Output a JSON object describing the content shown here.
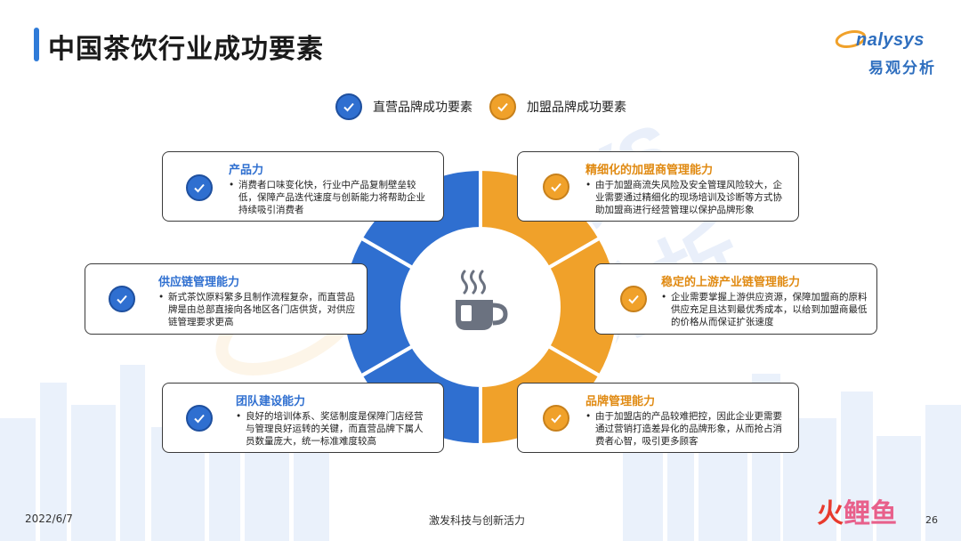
{
  "title": "中国茶饮行业成功要素",
  "logo": {
    "en": "nalysys",
    "cn": "易观分析"
  },
  "legend": [
    {
      "label": "直营品牌成功要素",
      "color": "#2f6fd0"
    },
    {
      "label": "加盟品牌成功要素",
      "color": "#f0a12a"
    }
  ],
  "colors": {
    "direct": "#2f6fd0",
    "franchise": "#f0a12a",
    "center_icon": "#6b7280"
  },
  "direct_factors": [
    {
      "title": "产品力",
      "body": "消费者口味变化快，行业中产品复制壁垒较低，保障产品迭代速度与创新能力将帮助企业持续吸引消费者"
    },
    {
      "title": "供应链管理能力",
      "body": "新式茶饮原料繁多且制作流程复杂，而直营品牌是由总部直接向各地区各门店供货，对供应链管理要求更高"
    },
    {
      "title": "团队建设能力",
      "body": "良好的培训体系、奖惩制度是保障门店经营与管理良好运转的关键，而直营品牌下属人员数量庞大，统一标准难度较高"
    }
  ],
  "franchise_factors": [
    {
      "title": "精细化的加盟商管理能力",
      "body": "由于加盟商流失风险及安全管理风险较大，企业需要通过精细化的现场培训及诊断等方式协助加盟商进行经营管理以保护品牌形象"
    },
    {
      "title": "稳定的上游产业链管理能力",
      "body": "企业需要掌握上游供应资源，保障加盟商的原料供应充足且达到最优秀成本，以给到加盟商最低的价格从而保证扩张速度"
    },
    {
      "title": "品牌管理能力",
      "body": "由于加盟店的产品较难把控，因此企业更需要通过营销打造差异化的品牌形象，从而抢占消费者心智，吸引更多顾客"
    }
  ],
  "center_icon": "coffee-cup-icon",
  "footer": {
    "date": "2022/6/7",
    "slogan": "激发科技与创新活力",
    "page": "26",
    "brand": [
      "火",
      "鲤",
      "鱼"
    ]
  }
}
